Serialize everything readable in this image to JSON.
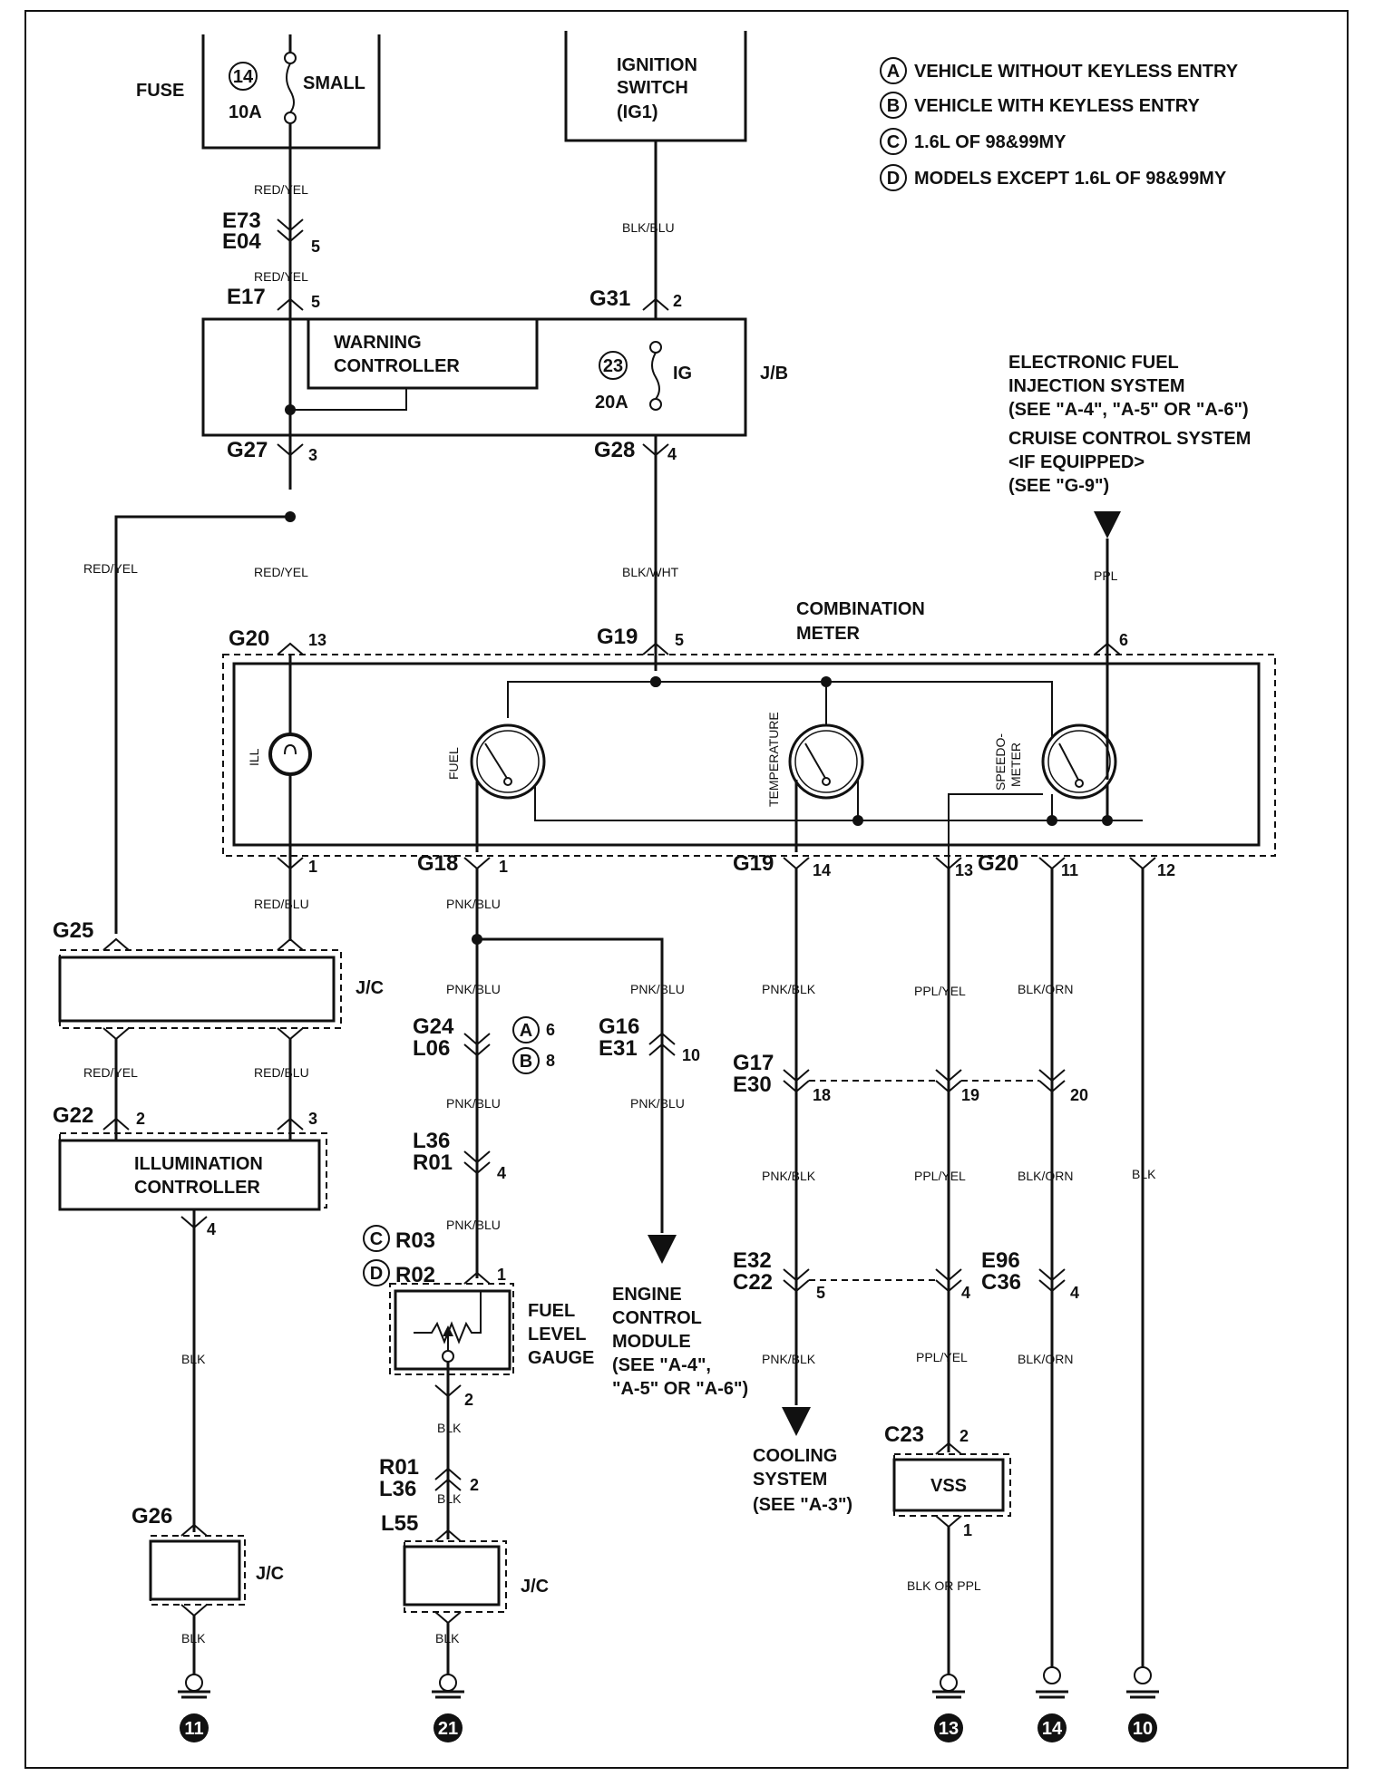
{
  "legend": [
    {
      "key": "A",
      "text": "VEHICLE WITHOUT KEYLESS ENTRY"
    },
    {
      "key": "B",
      "text": "VEHICLE WITH KEYLESS ENTRY"
    },
    {
      "key": "C",
      "text": "1.6L OF 98&99MY"
    },
    {
      "key": "D",
      "text": "MODELS EXCEPT 1.6L OF 98&99MY"
    }
  ],
  "fuse": {
    "label": "FUSE",
    "number": "14",
    "rating": "10A",
    "name": "SMALL"
  },
  "ignition": {
    "line1": "IGNITION",
    "line2": "SWITCH",
    "line3": "(IG1)"
  },
  "jb": {
    "label": "J/B",
    "warning_line1": "WARNING",
    "warning_line2": "CONTROLLER",
    "fuse_number": "23",
    "fuse_rating": "20A",
    "fuse_name": "IG"
  },
  "efi": {
    "line1": "ELECTRONIC FUEL",
    "line2": "INJECTION SYSTEM",
    "line3": "(SEE \"A-4\", \"A-5\" OR \"A-6\")",
    "line4": "CRUISE CONTROL SYSTEM",
    "line5": "<IF EQUIPPED>",
    "line6": "(SEE \"G-9\")"
  },
  "meter": {
    "line1": "COMBINATION",
    "line2": "METER",
    "ill": "ILL",
    "fuel": "FUEL",
    "temperature": "TEMPERATURE",
    "speedo1": "SPEEDO-",
    "speedo2": "METER"
  },
  "wires": {
    "red_yel": "RED/YEL",
    "blk_blu": "BLK/BLU",
    "blk_wht": "BLK/WHT",
    "ppl": "PPL",
    "red_blu": "RED/BLU",
    "pnk_blu": "PNK/BLU",
    "pnk_blk": "PNK/BLK",
    "ppl_yel": "PPL/YEL",
    "blk_orn": "BLK/ORN",
    "blk": "BLK",
    "blk_or_ppl": "BLK OR PPL"
  },
  "connectors": {
    "e73": "E73",
    "e04": "E04",
    "e17": "E17",
    "g27": "G27",
    "g31": "G31",
    "g28": "G28",
    "g20": "G20",
    "g19": "G19",
    "g18": "G18",
    "g25": "G25",
    "g22": "G22",
    "g26": "G26",
    "g24": "G24",
    "l06": "L06",
    "l36": "L36",
    "r01": "R01",
    "r03": "R03",
    "r02": "R02",
    "l55": "L55",
    "g16": "G16",
    "e31": "E31",
    "g17": "G17",
    "e30": "E30",
    "e32": "E32",
    "c22": "C22",
    "e96": "E96",
    "c36": "C36",
    "c23": "C23"
  },
  "pins": {
    "p1": "1",
    "p2": "2",
    "p3": "3",
    "p4": "4",
    "p5": "5",
    "p6": "6",
    "p8": "8",
    "p10": "10",
    "p11": "11",
    "p12": "12",
    "p13": "13",
    "p14": "14",
    "p18": "18",
    "p19": "19",
    "p20": "20"
  },
  "jc": "J/C",
  "illumination": {
    "line1": "ILLUMINATION",
    "line2": "CONTROLLER"
  },
  "fuel_gauge": {
    "line1": "FUEL",
    "line2": "LEVEL",
    "line3": "GAUGE"
  },
  "ecm": {
    "line1": "ENGINE",
    "line2": "CONTROL",
    "line3": "MODULE",
    "line4": "(SEE \"A-4\",",
    "line5": "\"A-5\" OR \"A-6\")"
  },
  "cooling": {
    "line1": "COOLING",
    "line2": "SYSTEM",
    "line3": "(SEE \"A-3\")"
  },
  "vss": "VSS",
  "grounds": [
    "11",
    "21",
    "13",
    "14",
    "10"
  ]
}
